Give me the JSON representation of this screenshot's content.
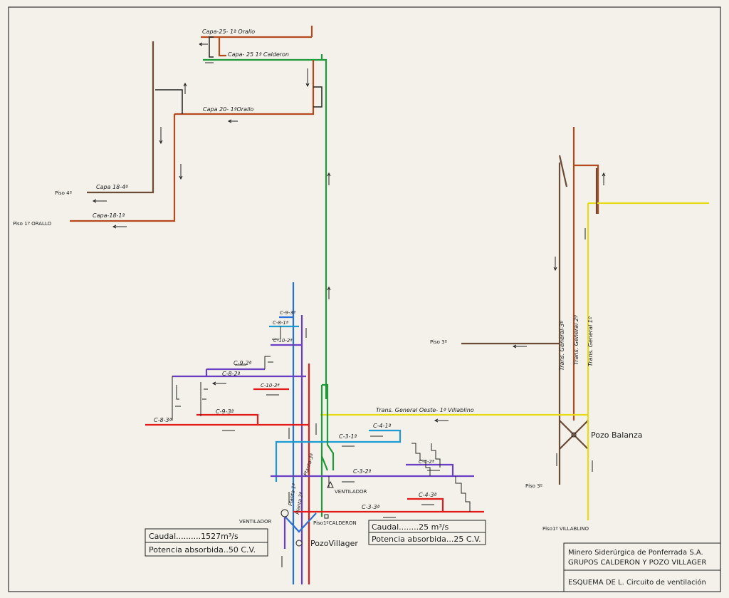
{
  "labels": {
    "capa25_orallo": "Capa-25- 1ª Orallo",
    "capa25_calderon": "Capa- 25 1ª Calderon",
    "capa20_orallo": "Capa 20- 1ªOrallo",
    "capa18_4": "Capa 18-4º",
    "piso4": "Piso 4º",
    "capa18_1": "Capa-18-1ª",
    "piso1_orallo": "Piso 1º ORALLO",
    "trans3": "Trans. General-3º",
    "trans2": "Trans. General 2º",
    "trans1": "Trans. General 1º",
    "piso3_right": "Piso 3º",
    "pozo_balanza": "Pozo Balanza",
    "piso3_bottom": "Piso 3º",
    "piso1_villablino": "Piso1º VILLABLINO",
    "trans_oeste": "Trans. General Oeste- 1ª Villablino",
    "c9_3a": "C-9-3ª",
    "c8_1": "C-8-1ª",
    "c10_2": "C-10-2ª",
    "c9_2": "C-9-2ª",
    "c8_2": "C-8-2ª",
    "c10_3": "C-10-3ª",
    "c9_3b": "C-9-3ª",
    "c8_3": "C-8-3ª",
    "c4_1": "C-4-1ª",
    "c3_1": "C-3-1ª",
    "c4_2": "C-4-2ª",
    "c3_2": "C-3-2ª",
    "c4_3": "C-4-3ª",
    "c3_3": "C-3-3ª",
    "planta3": "Planta-3ª",
    "planta2": "Planta 2ª",
    "planta1": "Planta 1ª",
    "ventilador_left": "VENTILADOR",
    "ventilador_mid": "VENTILADOR",
    "piso1_calderon": "Piso1ºCALDERON",
    "pozo_villager": "PozoVillager"
  },
  "box_left": {
    "caudal": "Caudal..........1527m³/s",
    "potencia": "Potencia absorbida..50 C.V."
  },
  "box_mid": {
    "caudal": "Caudal........25 m³/s",
    "potencia": "Potencia absorbida...25 C.V."
  },
  "title_block": {
    "line1": "Minero Siderúrgica de Ponferrada S.A.",
    "line2": "GRUPOS CALDERON Y POZO VILLAGER",
    "line3": "ESQUEMA DE L. Circuito de ventilación"
  },
  "colors": {
    "brown_red": "#b54a1e",
    "brown": "#6b4a36",
    "green": "#1f9a3a",
    "blue": "#2a6fd6",
    "cyan": "#1c9ad2",
    "purple": "#6a3fc4",
    "red": "#e21b1b",
    "yellow": "#e8dc1a",
    "black": "#222222"
  }
}
